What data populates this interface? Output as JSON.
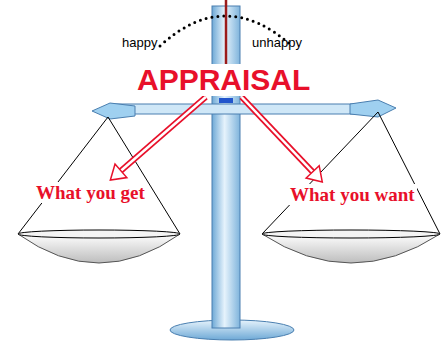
{
  "diagram": {
    "nodes": [
      {
        "text": [
          "APPRAISAL"
        ]
      },
      {
        "text": [
          "What you get"
        ]
      },
      {
        "text": [
          "What you want"
        ]
      }
    ],
    "edges": [
      {
        "from": 0,
        "to": 1,
        "arrow": "to"
      },
      {
        "from": 0,
        "to": 2,
        "arrow": "to"
      }
    ],
    "labels": [
      "happy",
      "unhappy"
    ]
  }
}
